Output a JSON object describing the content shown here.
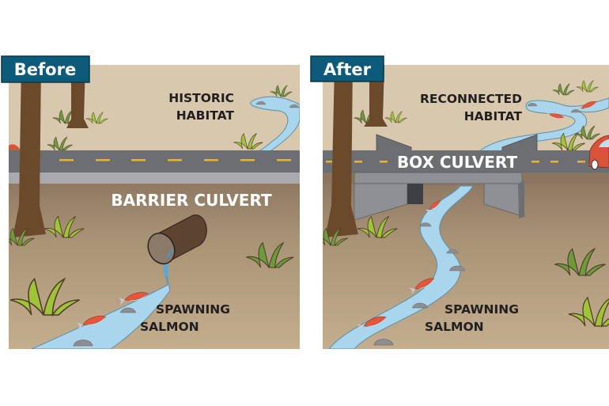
{
  "panels": [
    {
      "tag": "Before",
      "habitat_label": [
        "HISTORIC",
        "HABITAT"
      ],
      "culvert_label": "BARRIER CULVERT",
      "salmon_label": [
        "SPAWNING",
        "SALMON"
      ]
    },
    {
      "tag": "After",
      "habitat_label": [
        "RECONNECTED",
        "HABITAT"
      ],
      "culvert_label": "BOX CULVERT",
      "salmon_label": [
        "SPAWNING",
        "SALMON"
      ]
    }
  ],
  "colors": {
    "tag_bg": "#0d5a7a",
    "ground_upper": "#d7c8ae",
    "ground_lower": "#b49e80",
    "road": "#6d6e71",
    "road_edge": "#a8aaad",
    "road_dash": "#e5b523",
    "water": "#a9d6ec",
    "trunk": "#6b4a2c",
    "salmon": "#e8553a",
    "car": "#d9533b"
  }
}
